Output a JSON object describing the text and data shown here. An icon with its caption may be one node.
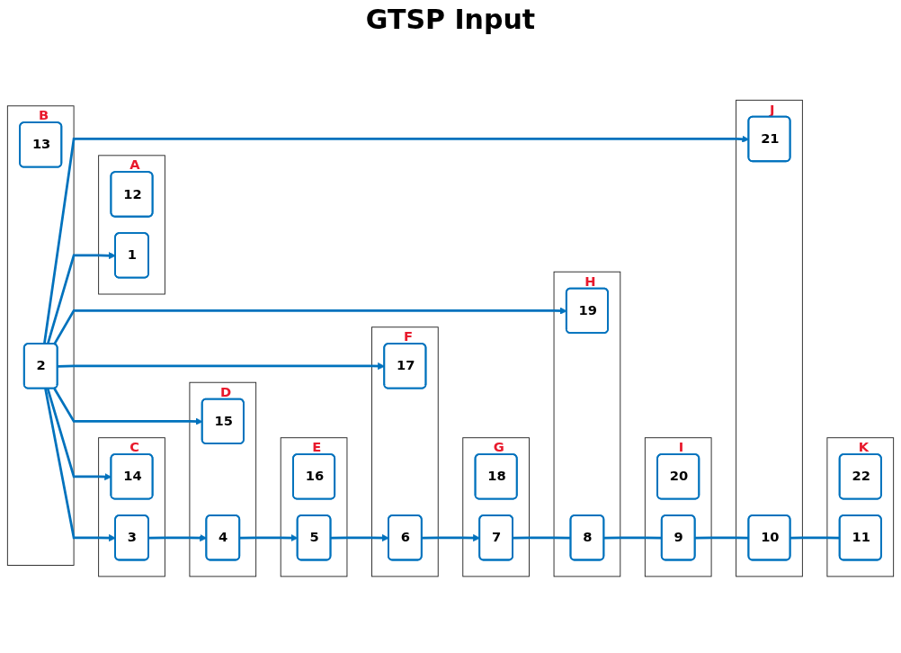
{
  "diagram": {
    "title": "GTSP Input",
    "nodes": [
      {
        "text": [
          "A"
        ]
      },
      {
        "text": [
          "12"
        ],
        "in": 0
      },
      {
        "text": [
          "1"
        ],
        "in": 0
      },
      {
        "text": [
          "B"
        ]
      },
      {
        "text": [
          "13"
        ],
        "in": 3
      },
      {
        "text": [
          "2"
        ],
        "in": 3
      },
      {
        "text": [
          "C"
        ]
      },
      {
        "text": [
          "14"
        ],
        "in": 6
      },
      {
        "text": [
          "3"
        ],
        "in": 6
      },
      {
        "text": [
          "D"
        ]
      },
      {
        "text": [
          "15"
        ],
        "in": 9
      },
      {
        "text": [
          "4"
        ],
        "in": 9
      },
      {
        "text": [
          "E"
        ]
      },
      {
        "text": [
          "16"
        ],
        "in": 12
      },
      {
        "text": [
          "5"
        ],
        "in": 12
      },
      {
        "text": [
          "F"
        ]
      },
      {
        "text": [
          "17"
        ],
        "in": 15
      },
      {
        "text": [
          "6"
        ],
        "in": 15
      },
      {
        "text": [
          "G"
        ]
      },
      {
        "text": [
          "18"
        ],
        "in": 18
      },
      {
        "text": [
          "7"
        ],
        "in": 18
      },
      {
        "text": [
          "H"
        ]
      },
      {
        "text": [
          "19"
        ],
        "in": 21
      },
      {
        "text": [
          "8"
        ],
        "in": 21
      },
      {
        "text": [
          "I"
        ]
      },
      {
        "text": [
          "20"
        ],
        "in": 24
      },
      {
        "text": [
          "9"
        ],
        "in": 24
      },
      {
        "text": [
          "J"
        ]
      },
      {
        "text": [
          "21"
        ],
        "in": 27
      },
      {
        "text": [
          "10"
        ],
        "in": 27
      },
      {
        "text": [
          "K"
        ]
      },
      {
        "text": [
          "22"
        ],
        "in": 30
      },
      {
        "text": [
          "11"
        ],
        "in": 30
      }
    ],
    "edges": [
      {
        "from": 5,
        "to": 2,
        "arrow": "to"
      },
      {
        "from": 5,
        "to": 8,
        "arrow": "to"
      },
      {
        "from": 8,
        "to": 11,
        "arrow": "to"
      },
      {
        "from": 11,
        "to": 14,
        "arrow": "to"
      },
      {
        "from": 14,
        "to": 17,
        "arrow": "to"
      },
      {
        "from": 17,
        "to": 20,
        "arrow": "to"
      },
      {
        "from": 20,
        "to": 23,
        "arrow": "none"
      },
      {
        "from": 23,
        "to": 26,
        "arrow": "none"
      },
      {
        "from": 26,
        "to": 29,
        "arrow": "none"
      },
      {
        "from": 29,
        "to": 32,
        "arrow": "none"
      },
      {
        "from": 5,
        "to": 7,
        "arrow": "to"
      },
      {
        "from": 5,
        "to": 10,
        "arrow": "to"
      },
      {
        "from": 5,
        "to": 16,
        "arrow": "to"
      },
      {
        "from": 5,
        "to": 22,
        "arrow": "to"
      },
      {
        "from": 5,
        "to": 28,
        "arrow": "to"
      }
    ]
  }
}
